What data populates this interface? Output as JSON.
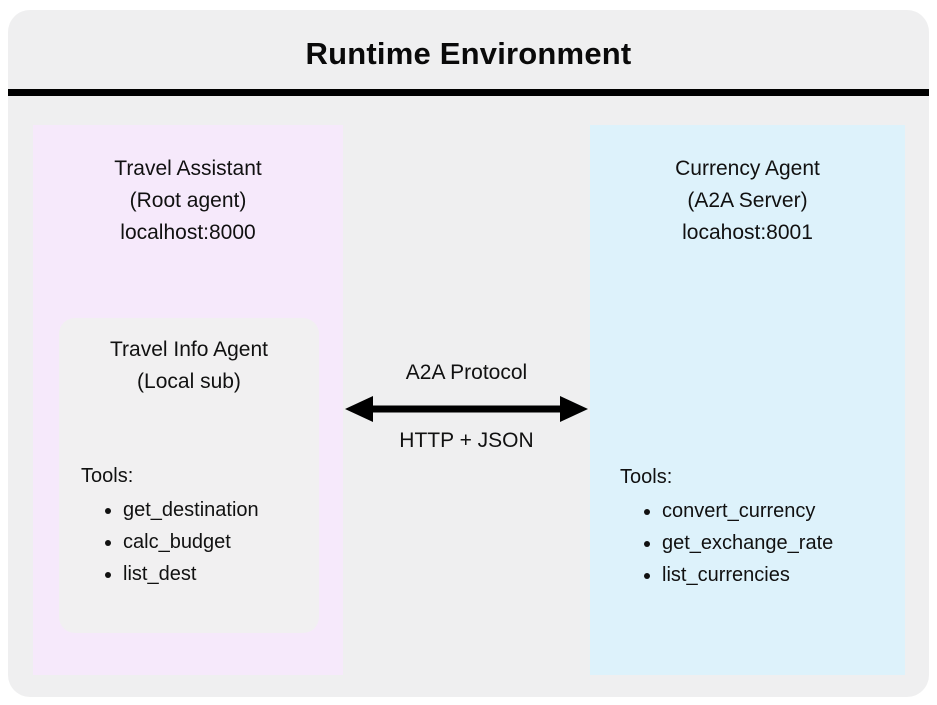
{
  "title": "Runtime Environment",
  "colors": {
    "canvas_bg": "#efeff0",
    "left_box_bg": "#f6e9fb",
    "nested_box_bg": "#f1f0f1",
    "right_box_bg": "#ddf2fb",
    "accent": "#000000"
  },
  "left_agent": {
    "name": "Travel Assistant",
    "role": "(Root agent)",
    "host": "localhost:8000",
    "sub_agent": {
      "name": "Travel Info Agent",
      "role": "(Local sub)",
      "tools_label": "Tools:",
      "tools": [
        "get_destination",
        "calc_budget",
        "list_dest"
      ]
    }
  },
  "right_agent": {
    "name": "Currency Agent",
    "role": "(A2A Server)",
    "host": "locahost:8001",
    "tools_label": "Tools:",
    "tools": [
      "convert_currency",
      "get_exchange_rate",
      "list_currencies"
    ]
  },
  "connection": {
    "protocol_label": "A2A Protocol",
    "transport_label": "HTTP + JSON"
  }
}
